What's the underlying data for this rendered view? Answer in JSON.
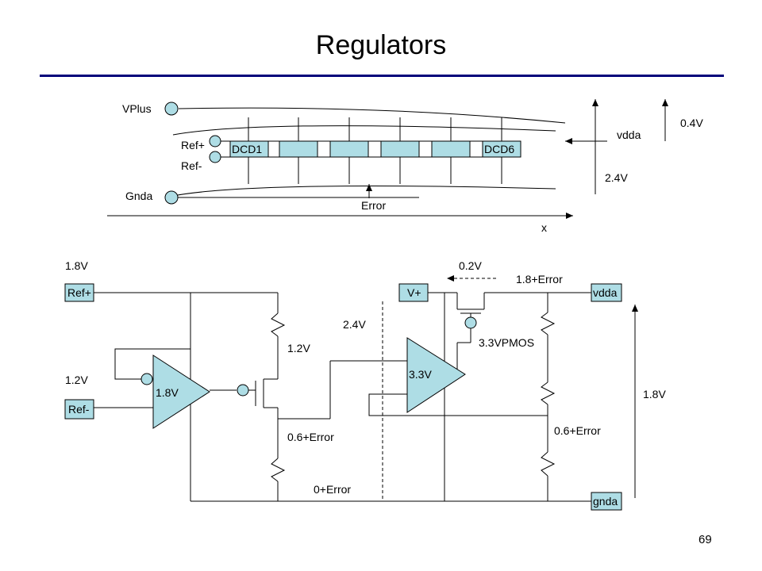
{
  "slide": {
    "title": "Regulators",
    "page_number": "69"
  },
  "top_diagram": {
    "vplus": "VPlus",
    "ref_plus": "Ref+",
    "ref_minus": "Ref-",
    "gnda": "Gnda",
    "dcd_first": "DCD1",
    "dcd_last": "DCD6",
    "error": "Error",
    "x_axis": "x",
    "vdda": "vdda",
    "v_0_4": "0.4V",
    "v_2_4": "2.4V"
  },
  "bottom_diagram": {
    "ref_plus_voltage": "1.8V",
    "ref_plus_box": "Ref+",
    "ref_minus_voltage": "1.2V",
    "ref_minus_box": "Ref-",
    "opamp1": "1.8V",
    "node_1_2": "1.2V",
    "node_0_6_left": "0.6+Error",
    "node_0_left": "0+Error",
    "mid_2_4": "2.4V",
    "v_0_2": "0.2V",
    "vplus_box": "V+",
    "opamp2": "3.3V",
    "out_1_8_error": "1.8+Error",
    "pmos": "3.3VPMOS",
    "vdda_box": "vdda",
    "node_0_6_right": "0.6+Error",
    "gnda_box": "gnda",
    "v_1_8_right": "1.8V"
  },
  "colors": {
    "fill": "#aedde5",
    "rule": "#00007a"
  }
}
